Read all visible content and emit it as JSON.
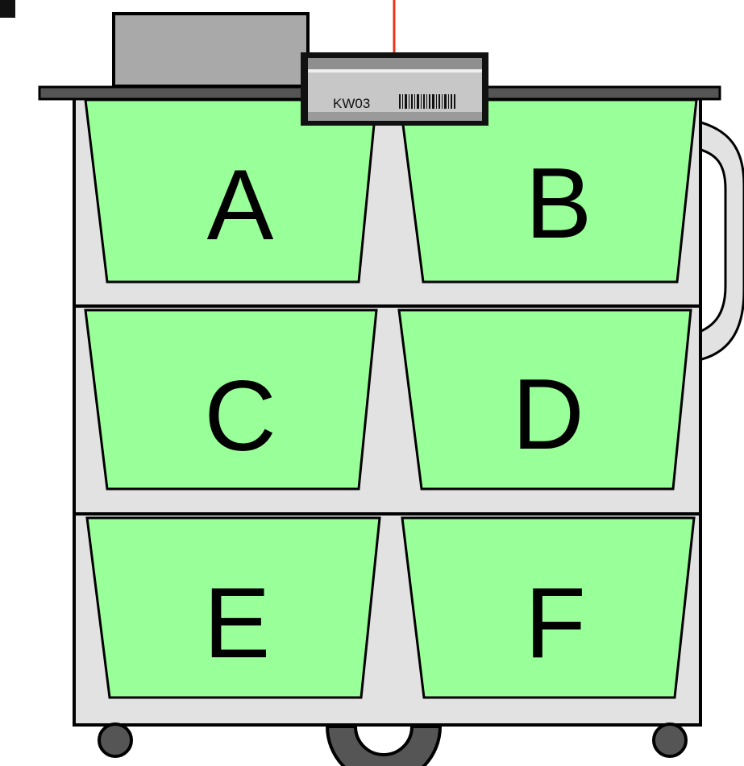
{
  "cart": {
    "label": {
      "code": "KW03"
    },
    "bins": [
      {
        "letter": "A"
      },
      {
        "letter": "B"
      },
      {
        "letter": "C"
      },
      {
        "letter": "D"
      },
      {
        "letter": "E"
      },
      {
        "letter": "F"
      }
    ]
  },
  "colors": {
    "bin_fill": "#99ff99",
    "frame_fill": "#e2e2e2",
    "shelf_top": "#555555",
    "box_fill": "#a9a9a9",
    "scan_line": "#e8351f",
    "outline": "#000000"
  },
  "icons": {
    "barcode": "barcode-icon",
    "corner_marker": "corner-marker-icon"
  }
}
